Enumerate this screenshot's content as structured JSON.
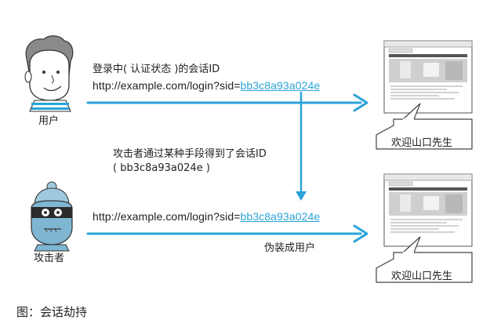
{
  "user": {
    "label": "用户",
    "status_line": "登录中( 认证状态 )的会话ID",
    "url_prefix": "http://example.com/login?sid=",
    "session_id": "bb3c8a93a024e"
  },
  "attacker": {
    "label": "攻击者",
    "steal_line1": "攻击者通过某种手段得到了会话ID",
    "steal_line2": "( bb3c8a93a024e )",
    "url_prefix": "http://example.com/login?sid=",
    "session_id": "bb3c8a93a024e",
    "impersonate_label": "伪装成用户"
  },
  "server_top": {
    "welcome": "欢迎山口先生"
  },
  "server_bottom": {
    "welcome": "欢迎山口先生"
  },
  "caption": "图：会话劫持",
  "colors": {
    "arrow": "#2aa3d8",
    "sid_text": "#2aa3d8",
    "outline": "#333333"
  }
}
